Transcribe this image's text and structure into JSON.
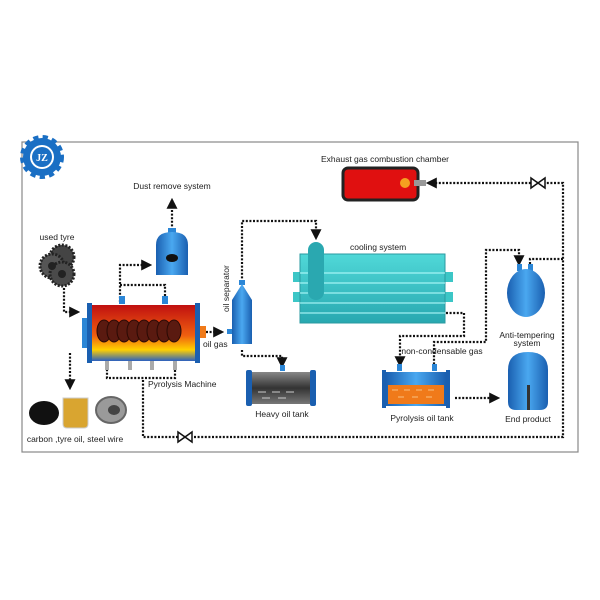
{
  "logo": {
    "text": "JZ",
    "color": "#1a6fc4"
  },
  "labels": {
    "dust_remove": "Dust remove system",
    "used_tyre": "used tyre",
    "oil_separator": "oil separator",
    "oil_gas": "oil gas",
    "pyrolysis_machine": "Pyrolysis Machine",
    "heavy_oil_tank": "Heavy oil tank",
    "products": "carbon ,tyre oil, steel wire",
    "exhaust_chamber": "Exhaust gas combustion chamber",
    "cooling_system": "cooling system",
    "non_condensable_gas": "non-condensable gas",
    "pyrolysis_oil_tank": "Pyrolysis oil tank",
    "anti_tempering_1": "Anti-tempering",
    "anti_tempering_2": "system",
    "end_product": "End product"
  },
  "colors": {
    "vessel": "#2b86d6",
    "cooling": "#3cc6c6",
    "chamber": "#e01010",
    "oil": "#f07a1a"
  }
}
